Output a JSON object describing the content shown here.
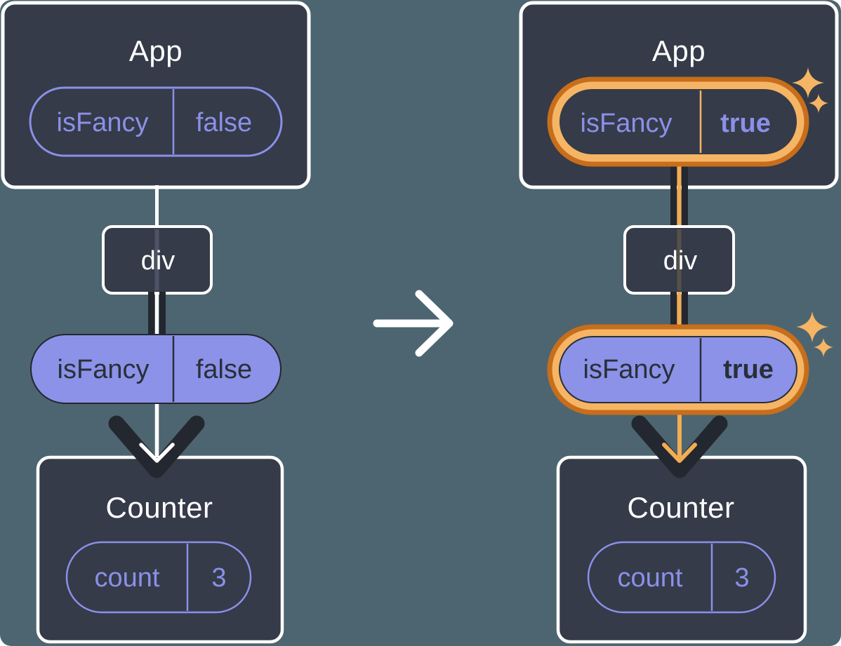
{
  "left": {
    "app_title": "App",
    "app_state_key": "isFancy",
    "app_state_value": "false",
    "div_label": "div",
    "prop_key": "isFancy",
    "prop_value": "false",
    "counter_title": "Counter",
    "counter_state_key": "count",
    "counter_state_value": "3"
  },
  "right": {
    "app_title": "App",
    "app_state_key": "isFancy",
    "app_state_value": "true",
    "div_label": "div",
    "prop_key": "isFancy",
    "prop_value": "true",
    "counter_title": "Counter",
    "counter_state_key": "count",
    "counter_state_value": "3"
  },
  "icons": {
    "transition_arrow": "right-arrow",
    "highlight_sparkles": "sparkles"
  },
  "colors": {
    "background": "#4D6570",
    "card": "#353B48",
    "purple": "#8A90E8",
    "purple_fill": "#8B92E8",
    "dark_line": "#23272F",
    "orange_ring_outer": "#C76E1C",
    "orange_ring_inner": "#F5B565",
    "orange_arrow": "#F3AC52",
    "white": "#FFFFFF"
  }
}
